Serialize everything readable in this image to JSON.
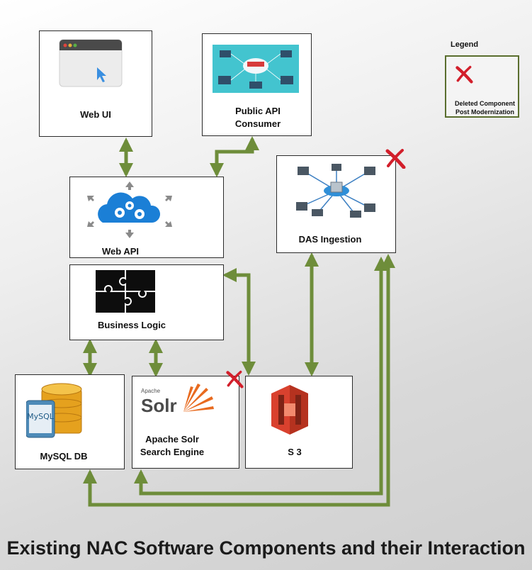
{
  "components": {
    "web_ui": "Web UI",
    "public_api": "Public API Consumer",
    "web_api": "Web API",
    "business_logic": "Business Logic",
    "das_ingestion": "DAS Ingestion",
    "mysql_db": "MySQL DB",
    "solr": "Apache Solr Search Engine",
    "s3": "S 3"
  },
  "logos": {
    "solr_small": "Apache",
    "solr_big": "Solr",
    "mysql": "MySQL"
  },
  "legend": {
    "title": "Legend",
    "deleted_label": "Deleted Component Post Modernization"
  },
  "footer_title": "Existing NAC Software Components and their Interaction",
  "colors": {
    "connector": "#6e8d3a",
    "deleted_mark": "#d21f2b",
    "legend_border": "#5a6e2e"
  }
}
